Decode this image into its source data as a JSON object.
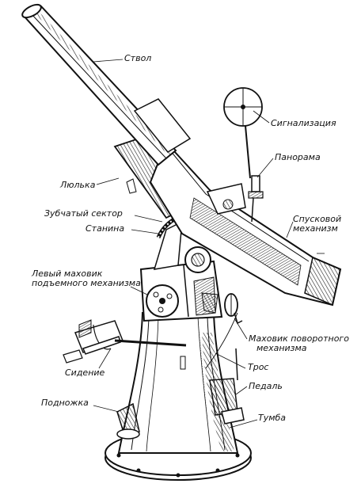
{
  "labels": {
    "barrel": "Ствол",
    "signaling": "Сигнализация",
    "panorama": "Панорама",
    "cradle": "Люлька",
    "trigger_line1": "Спусковой",
    "trigger_line2": "механизм",
    "toothed_sector": "Зубчатый сектор",
    "carriage": "Станина",
    "left_wheel_line1": "Левый маховик",
    "left_wheel_line2": "подъемного механизма",
    "traverse_wheel_line1": "Маховик поворотного",
    "traverse_wheel_line2": "механизма",
    "cable": "Трос",
    "pedal": "Педаль",
    "seat": "Сидение",
    "footrest": "Подножка",
    "pedestal": "Тумба"
  }
}
